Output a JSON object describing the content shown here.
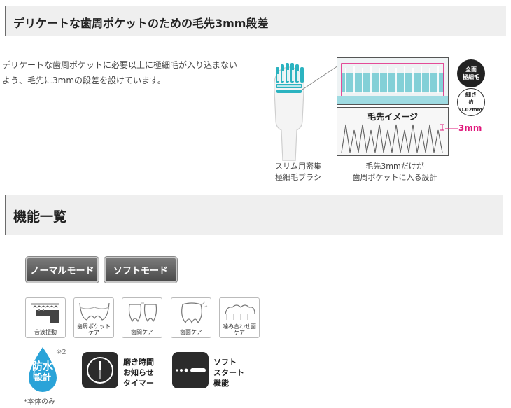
{
  "section1": {
    "title": "デリケートな歯周ポケットのための毛先3mm段差",
    "description": "デリケートな歯周ポケットに必要以上に極細毛が入り込まないよう、毛先に3mmの段差を設けています。",
    "caption_brush_line1": "スリム用密集",
    "caption_brush_line2": "極細毛ブラシ",
    "image_title": "毛先イメージ",
    "mm_label": "3mm",
    "caption_image_line1": "毛先3mmだけが",
    "caption_image_line2": "歯周ポケットに入る設計",
    "badge_full_line1": "全面",
    "badge_full_line2": "極細毛",
    "badge_thin_line1": "細さ",
    "badge_thin_line2": "約0.02mm"
  },
  "section2": {
    "title": "機能一覧",
    "modes": [
      "ノーマルモード",
      "ソフトモード"
    ],
    "features": [
      {
        "line1": "音波振動",
        "line2": ""
      },
      {
        "line1": "歯周ポケット",
        "line2": "ケア"
      },
      {
        "line1": "歯間ケア",
        "line2": ""
      },
      {
        "line1": "歯面ケア",
        "line2": ""
      },
      {
        "line1": "噛み合わせ面",
        "line2": "ケア"
      }
    ],
    "waterproof_line1": "防水",
    "waterproof_line2": "設計",
    "waterproof_note": "※2",
    "waterproof_body_only": "*本体のみ",
    "timer_line1": "磨き時間",
    "timer_line2": "お知らせ",
    "timer_line3": "タイマー",
    "softstart_line1": "ソフト",
    "softstart_line2": "スタート",
    "softstart_line3": "機能"
  },
  "colors": {
    "accent_pink": "#e0157a",
    "bristle_teal": "#2bb3c0",
    "dark": "#2b2b2b"
  }
}
